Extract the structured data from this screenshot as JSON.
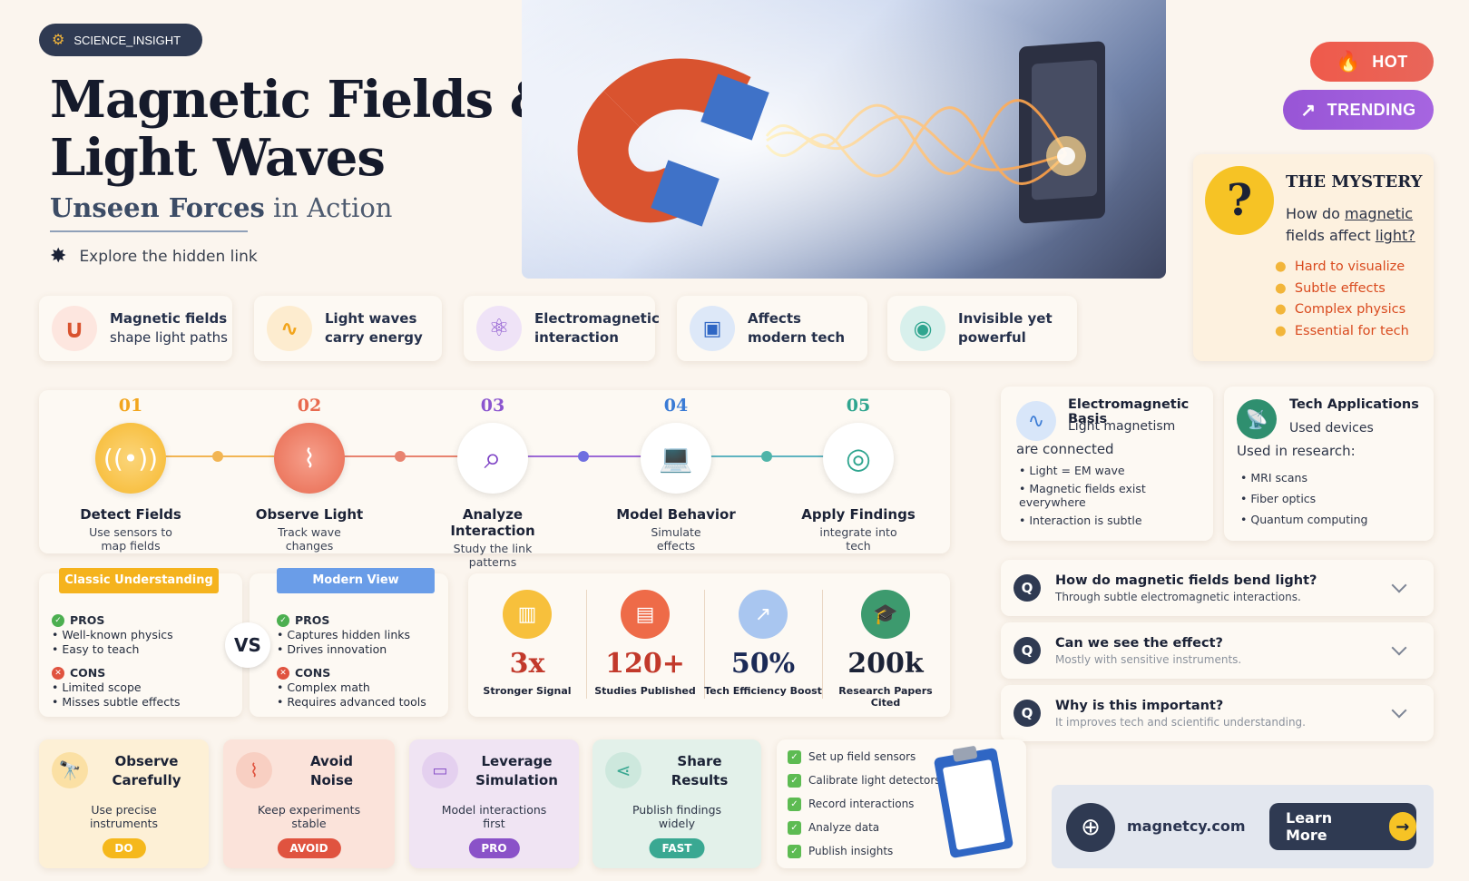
{
  "header": {
    "badge": "SCIENCE_INSIGHT",
    "title_line1": "Magnetic Fields &",
    "title_line2": "Light Waves",
    "subtitle_strong": "Unseen Forces",
    "subtitle_rest": " in Action",
    "explore": "Explore the hidden link"
  },
  "tags": {
    "hot": "HOT",
    "trending": "TRENDING"
  },
  "mystery": {
    "title": "THE MYSTERY",
    "q_pre": "How do ",
    "q_link1": "magnetic",
    "q_mid": "fields affect ",
    "q_link2": "light?",
    "points": [
      "Hard to visualize",
      "Subtle effects",
      "Complex physics",
      "Essential for tech"
    ]
  },
  "features": [
    {
      "l1": "Magnetic fields",
      "l2": "shape light paths",
      "icon": "magnet-icon"
    },
    {
      "l1": "Light waves",
      "l2": "carry energy",
      "icon": "wave-icon"
    },
    {
      "l1": "Electromagnetic",
      "l2": "interaction",
      "icon": "atom-icon"
    },
    {
      "l1": "Affects",
      "l2": "modern tech",
      "icon": "chip-icon"
    },
    {
      "l1": "Invisible yet",
      "l2": "powerful",
      "icon": "eye-slash-icon"
    }
  ],
  "process": [
    {
      "num": "01",
      "name": "Detect Fields",
      "d1": "Use sensors to",
      "d2": "map fields",
      "color": "#f2a51d"
    },
    {
      "num": "02",
      "name": "Observe Light",
      "d1": "Track wave",
      "d2": "changes",
      "color": "#e86a4f"
    },
    {
      "num": "03",
      "name": "Analyze Interaction",
      "d1": "Study the link",
      "d2": "patterns",
      "color": "#8b55cf"
    },
    {
      "num": "04",
      "name": "Model Behavior",
      "d1": "Simulate",
      "d2": "effects",
      "color": "#3a7bd5"
    },
    {
      "num": "05",
      "name": "Apply Findings",
      "d1": "integrate into",
      "d2": "tech",
      "color": "#2fa58f"
    }
  ],
  "basics": {
    "title": "Electromagnetic Basis",
    "l1": "Light magnetism",
    "l2": "are connected",
    "items": [
      "Light = EM wave",
      "Magnetic fields exist everywhere",
      "Interaction is subtle"
    ]
  },
  "apps": {
    "title": "Tech Applications",
    "l1": "Used devices",
    "l2": "Used in research:",
    "items": [
      "MRI scans",
      "Fiber optics",
      "Quantum computing"
    ]
  },
  "faq": [
    {
      "q": "How do magnetic fields bend light?",
      "a": "Through subtle electromagnetic interactions."
    },
    {
      "q": "Can we see the effect?",
      "a": "Mostly with sensitive instruments."
    },
    {
      "q": "Why is this important?",
      "a": "It improves tech and scientific understanding."
    }
  ],
  "classic": {
    "tag": "Classic Understanding",
    "pros_label": "PROS",
    "pros": [
      "Well-known physics",
      "Easy to teach"
    ],
    "cons_label": "CONS",
    "cons": [
      "Limited scope",
      "Misses subtle effects"
    ]
  },
  "modern": {
    "tag": "Modern View",
    "pros_label": "PROS",
    "pros": [
      "Captures hidden links",
      "Drives innovation"
    ],
    "cons_label": "CONS",
    "cons": [
      "Complex math",
      "Requires advanced tools"
    ]
  },
  "vs": "VS",
  "stats": [
    {
      "value": "3x",
      "label": "Stronger Signal",
      "color": "#c2392b"
    },
    {
      "value": "120+",
      "label": "Studies Published",
      "color": "#c2392b"
    },
    {
      "value": "50%",
      "label": "Tech Efficiency Boost",
      "color": "#1b2a56"
    },
    {
      "value": "200k",
      "label": "Research Papers Cited",
      "color": "#1b2236"
    }
  ],
  "tips": [
    {
      "t1": "Observe",
      "t2": "Carefully",
      "d1": "Use precise",
      "d2": "instruments",
      "badge": "DO",
      "color": "#f5b81c",
      "bg": "#fdf0d6"
    },
    {
      "t1": "Avoid",
      "t2": "Noise",
      "d1": "Keep experiments",
      "d2": "stable",
      "badge": "AVOID",
      "color": "#e0533f",
      "bg": "#fbe3da"
    },
    {
      "t1": "Leverage",
      "t2": "Simulation",
      "d1": "Model interactions",
      "d2": "first",
      "badge": "PRO",
      "color": "#8a52c8",
      "bg": "#f0e4f3"
    },
    {
      "t1": "Share",
      "t2": "Results",
      "d1": "Publish findings",
      "d2": "widely",
      "badge": "FAST",
      "color": "#3aa892",
      "bg": "#e3f1ea"
    }
  ],
  "checklist": [
    "Set up field sensors",
    "Calibrate light detectors",
    "Record interactions",
    "Analyze data",
    "Publish insights"
  ],
  "footer": {
    "site": "magnetcy.com",
    "cta": "Learn More"
  }
}
